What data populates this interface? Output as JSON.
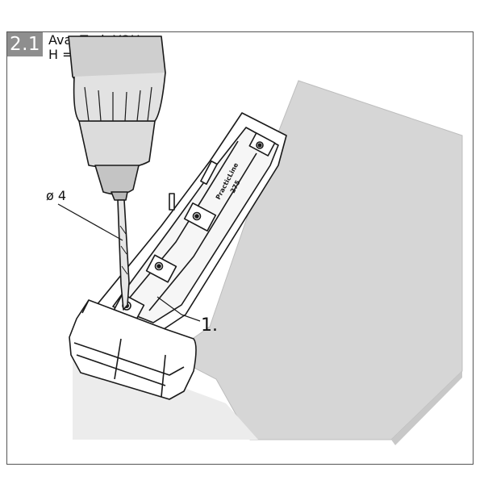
{
  "header": {
    "step": "2.1",
    "title": "AvanTech YOU",
    "subtitle": "H = 101"
  },
  "callouts": {
    "drill_size": "ø 4",
    "step_one": "1."
  },
  "jig_markings": {
    "brand": "PracticLine",
    "length": "275"
  },
  "colors": {
    "board_top": "#d6d6d6",
    "board_side": "#ececec",
    "badge": "#8e8e8e",
    "jig": "#ffffff",
    "line": "#1a1a1a"
  },
  "icons": [
    "drill-icon",
    "drilling-jig-icon"
  ]
}
